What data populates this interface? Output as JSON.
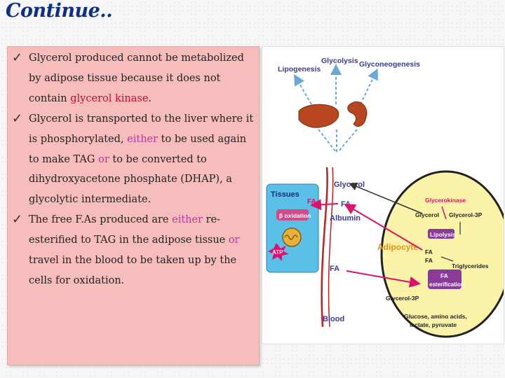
{
  "title": "Continue..",
  "bullets": [
    {
      "parts": [
        {
          "text": "Glycerol produced cannot be metabolized by adipose tissue because it does not contain ",
          "style": "normal"
        },
        {
          "text": "glycerol kinase",
          "style": "red"
        },
        {
          "text": ".",
          "style": "normal"
        }
      ]
    },
    {
      "parts": [
        {
          "text": "Glycerol is transported to the liver where it is phosphorylated, ",
          "style": "normal"
        },
        {
          "text": "either",
          "style": "purple"
        },
        {
          "text": " to be used again to make TAG ",
          "style": "normal"
        },
        {
          "text": "or",
          "style": "purple"
        },
        {
          "text": " to be converted to dihydroxyacetone phosphate (DHAP), a glycolytic intermediate.",
          "style": "normal"
        }
      ]
    },
    {
      "parts": [
        {
          "text": "The free F.As produced are ",
          "style": "normal"
        },
        {
          "text": "either",
          "style": "purple"
        },
        {
          "text": " re-esterified to TAG in the adipose tissue ",
          "style": "normal"
        },
        {
          "text": "or",
          "style": "purple"
        },
        {
          "text": " travel in the blood to be taken up by the cells for oxidation.",
          "style": "normal"
        }
      ]
    }
  ],
  "diagram": {
    "lipogenesis": "Lipogenesis",
    "glycolysis": "Glycolysis",
    "gluconeogenesis": "Glyconeogenesis",
    "glycerol": "Glycerol",
    "tissues": "Tissues",
    "fa_tissue": "FA",
    "beta_oxidation": "β oxidation",
    "atp": "ATP",
    "fa_blood": "FA",
    "albumin": "Albumin",
    "fa_lower": "FA",
    "blood": "Blood",
    "adipocyte": "Adipocyte",
    "glycerokinase": "Glycerokinase",
    "glycerol_cell": "Glycerol",
    "glycerol_3p": "Glycerol-3P",
    "lipolysis": "Lipolysis",
    "fa1": "FA",
    "fa2": "FA",
    "triglycerides": "Triglycerides",
    "fa_esterification_1": "FA",
    "fa_esterification_2": "esterification",
    "glycerol_3p_low": "Glycerol-3P",
    "nutrients_1": "Glucose, amino acids,",
    "nutrients_2": "lactate, pyruvate"
  },
  "colors": {
    "title": "#0b2f8a",
    "text_box": "#f7bcbc",
    "highlight_red": "#c0102a",
    "highlight_purple": "#b33aa0",
    "diagram_blue": "#3a3a9a",
    "diagram_arrow": "#e0106a",
    "adipocyte_fill": "#fbf3a8",
    "tissues_fill": "#5bc0e8"
  }
}
